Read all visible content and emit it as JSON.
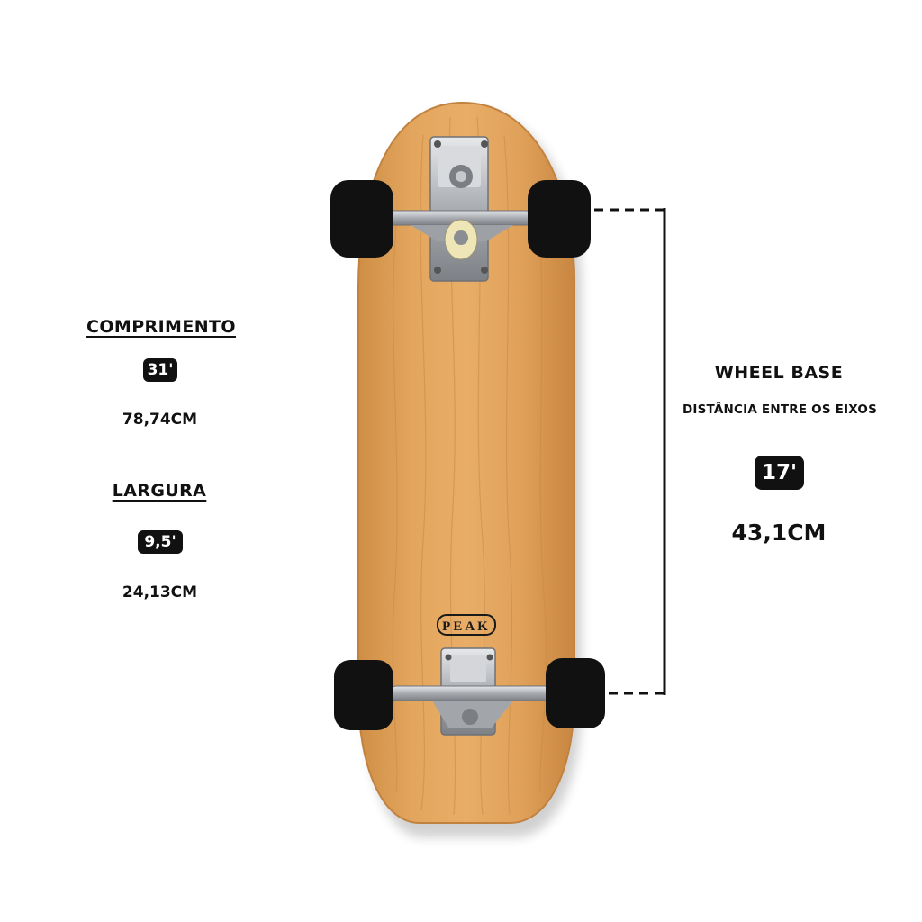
{
  "left_specs": {
    "length": {
      "label": "COMPRIMENTO",
      "inches": "31'",
      "cm": "78,74CM"
    },
    "width": {
      "label": "LARGURA",
      "inches": "9,5'",
      "cm": "24,13CM"
    }
  },
  "right_specs": {
    "title": "WHEEL BASE",
    "subtitle": "DISTÂNCIA ENTRE OS EIXOS",
    "inches": "17'",
    "cm": "43,1CM"
  },
  "board": {
    "logo_text": "PEAK",
    "colors": {
      "deck": "#e0a05a",
      "deck_edge": "#c98b45",
      "wheel": "#111111",
      "truck": "#b9bcc0",
      "dimension_line": "#111111"
    }
  }
}
